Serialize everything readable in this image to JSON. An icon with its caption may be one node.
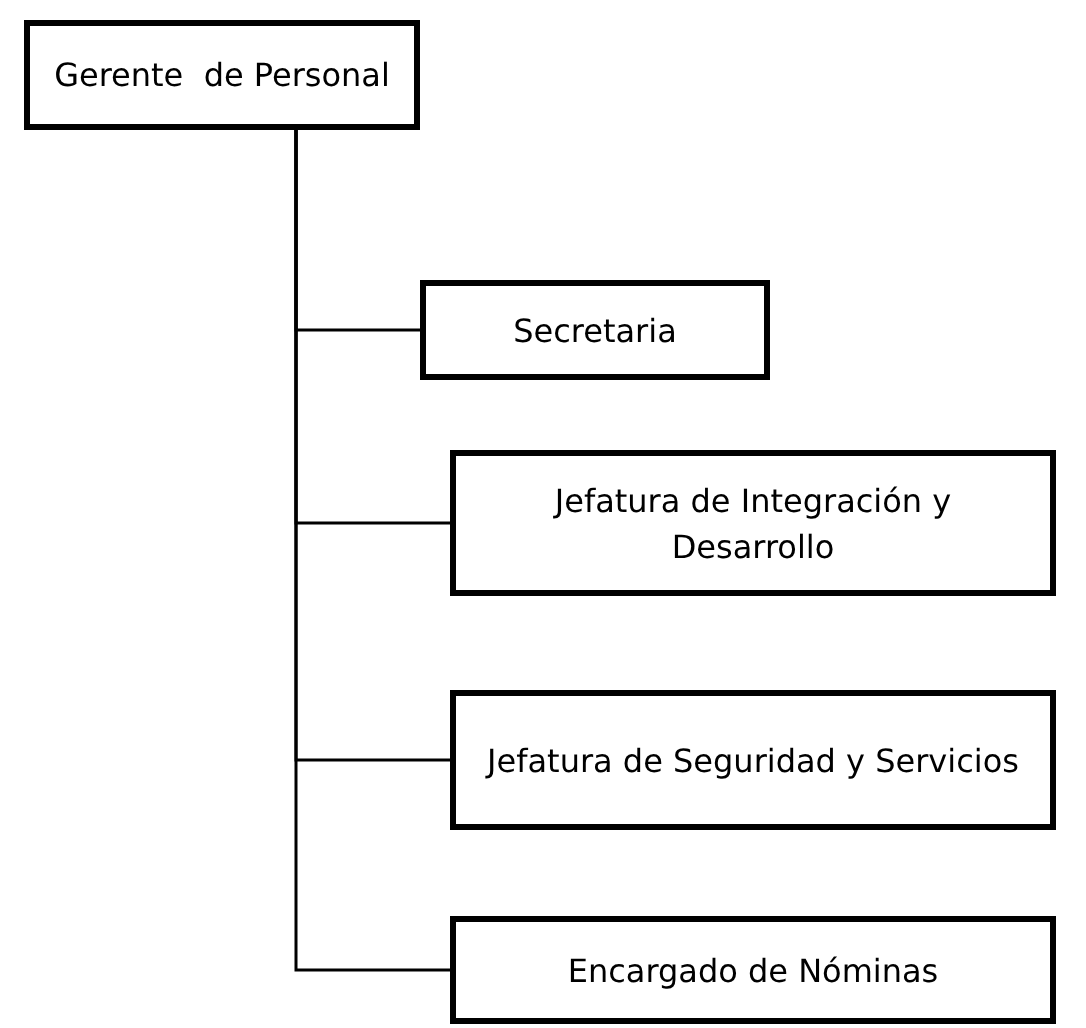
{
  "diagram": {
    "nodes": [
      {
        "text": [
          "Gerente  de Personal"
        ]
      },
      {
        "text": [
          "Secretaria"
        ]
      },
      {
        "text": [
          "Jefatura de Integración y Desarrollo"
        ]
      },
      {
        "text": [
          "Jefatura de Seguridad y Servicios"
        ]
      },
      {
        "text": [
          "Encargado de Nóminas"
        ]
      }
    ],
    "edges": [
      {
        "from": 0,
        "to": 1,
        "arrow": "none"
      },
      {
        "from": 0,
        "to": 2,
        "arrow": "none"
      },
      {
        "from": 0,
        "to": 3,
        "arrow": "none"
      },
      {
        "from": 0,
        "to": 4,
        "arrow": "none"
      }
    ]
  }
}
